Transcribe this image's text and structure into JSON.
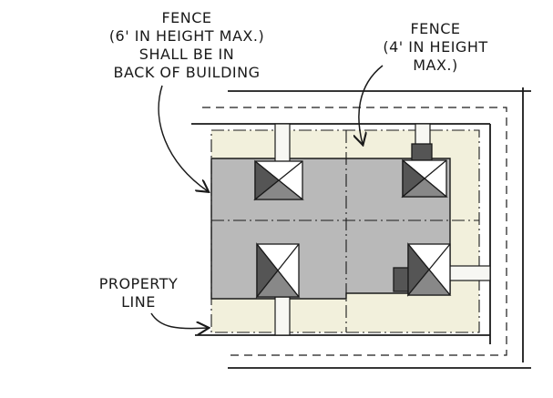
{
  "labels": {
    "fence_back": [
      "FENCE",
      "(6' IN HEIGHT MAX.)",
      "SHALL BE IN",
      "BACK OF BUILDING"
    ],
    "fence_front": [
      "FENCE",
      "(4' IN HEIGHT",
      "MAX.)"
    ],
    "property": [
      "PROPERTY",
      "LINE"
    ]
  },
  "colors": {
    "yard": "#f2f0dc",
    "building_zone": "#b9b9b9",
    "ink": "#1a1a1a"
  }
}
